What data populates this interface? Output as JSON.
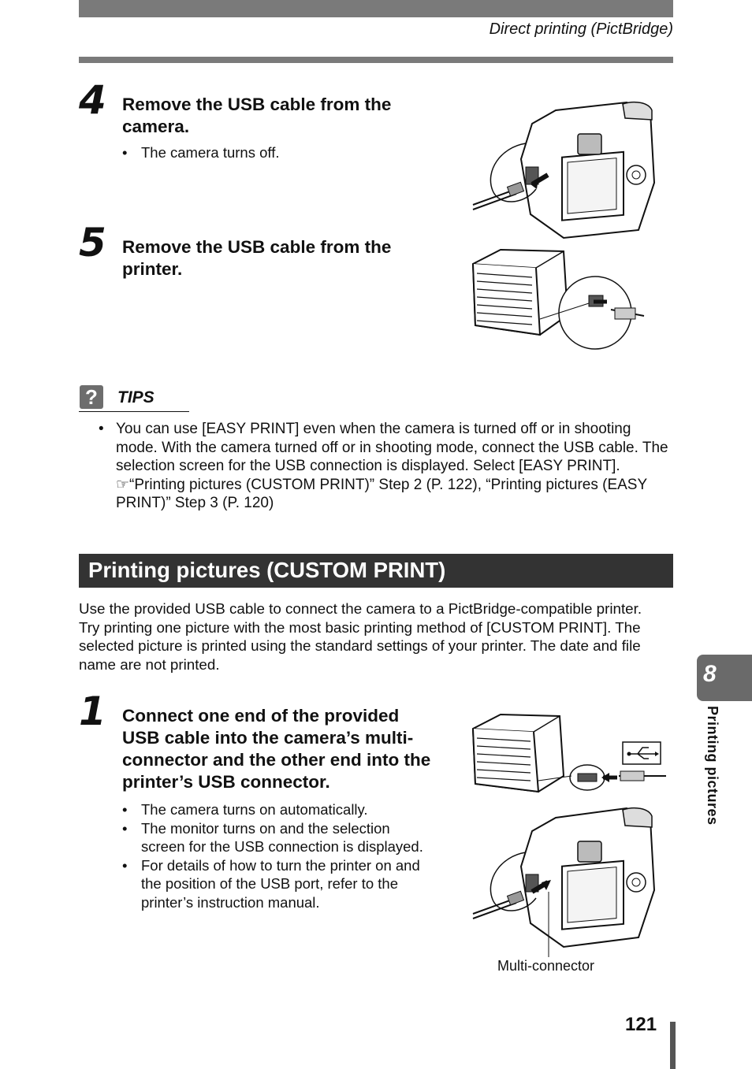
{
  "header": {
    "title": "Direct printing (PictBridge)"
  },
  "steps": [
    {
      "number": "4",
      "title": "Remove the USB cable from the camera.",
      "bullets": [
        "The camera turns off."
      ]
    },
    {
      "number": "5",
      "title": "Remove the USB cable from the printer.",
      "bullets": []
    }
  ],
  "tips": {
    "icon": "?",
    "label": "TIPS",
    "text": "You can use [EASY PRINT] even when the camera is turned off or in shooting mode. With the camera turned off or in shooting mode, connect the USB cable. The selection screen for the USB connection is displayed. Select [EASY PRINT]. ☞“Printing pictures (CUSTOM PRINT)” Step 2 (P. 122), “Printing pictures (EASY PRINT)” Step 3 (P. 120)"
  },
  "section": {
    "title": "Printing pictures (CUSTOM PRINT)",
    "intro": [
      "Use the provided USB cable to connect the camera to a PictBridge-compatible printer.",
      "Try printing one picture with the most basic printing method of [CUSTOM PRINT]. The selected picture is printed using the standard settings of your printer. The date and file name are not printed."
    ]
  },
  "step1": {
    "number": "1",
    "title": "Connect one end of the provided USB cable into the camera’s multi-connector and the other end into the printer’s USB connector.",
    "bullets": [
      "The camera turns on automatically.",
      "The monitor turns on and the selection screen for the USB connection is displayed.",
      "For details of how to turn the printer on and the position of the USB port, refer to the printer’s instruction manual."
    ],
    "caption": "Multi-connector"
  },
  "side_tab": {
    "number": "8",
    "label": "Printing pictures"
  },
  "footer": {
    "page_number": "121"
  },
  "icons": {
    "tips": "question-icon",
    "camera": "camera-illustration-icon",
    "printer": "printer-illustration-icon",
    "usb": "usb-symbol-icon"
  }
}
